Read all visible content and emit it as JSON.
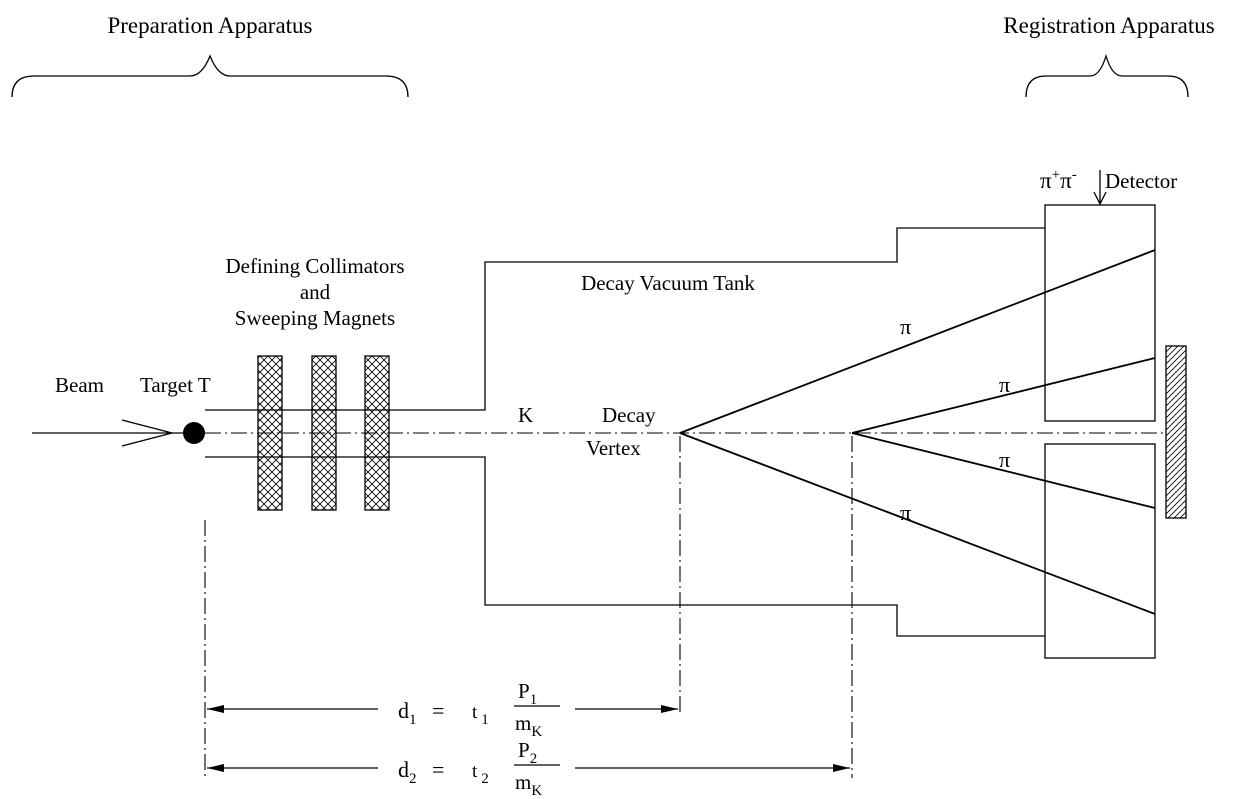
{
  "headers": {
    "preparation": "Preparation Apparatus",
    "registration": "Registration Apparatus"
  },
  "labels": {
    "detector_prefix": "π",
    "detector_sup_plus": "+",
    "detector_mid": "π",
    "detector_sup_minus": "-",
    "detector_word": "Detector",
    "collimators_line1": "Defining Collimators",
    "collimators_line2": "and",
    "collimators_line3": "Sweeping Magnets",
    "tank": "Decay Vacuum Tank",
    "beam": "Beam",
    "target": "Target T",
    "kaon": "K",
    "vertex_line1": "Decay",
    "vertex_line2": "Vertex",
    "pion": "π"
  },
  "formula1": {
    "d": "d",
    "d_sub": "1",
    "eq": "=",
    "t": "t",
    "t_sub": "1",
    "num": "P",
    "num_sub": "1",
    "den": "m",
    "den_sub": "K"
  },
  "formula2": {
    "d": "d",
    "d_sub": "2",
    "eq": "=",
    "t": "t",
    "t_sub": "2",
    "num": "P",
    "num_sub": "2",
    "den": "m",
    "den_sub": "K"
  }
}
